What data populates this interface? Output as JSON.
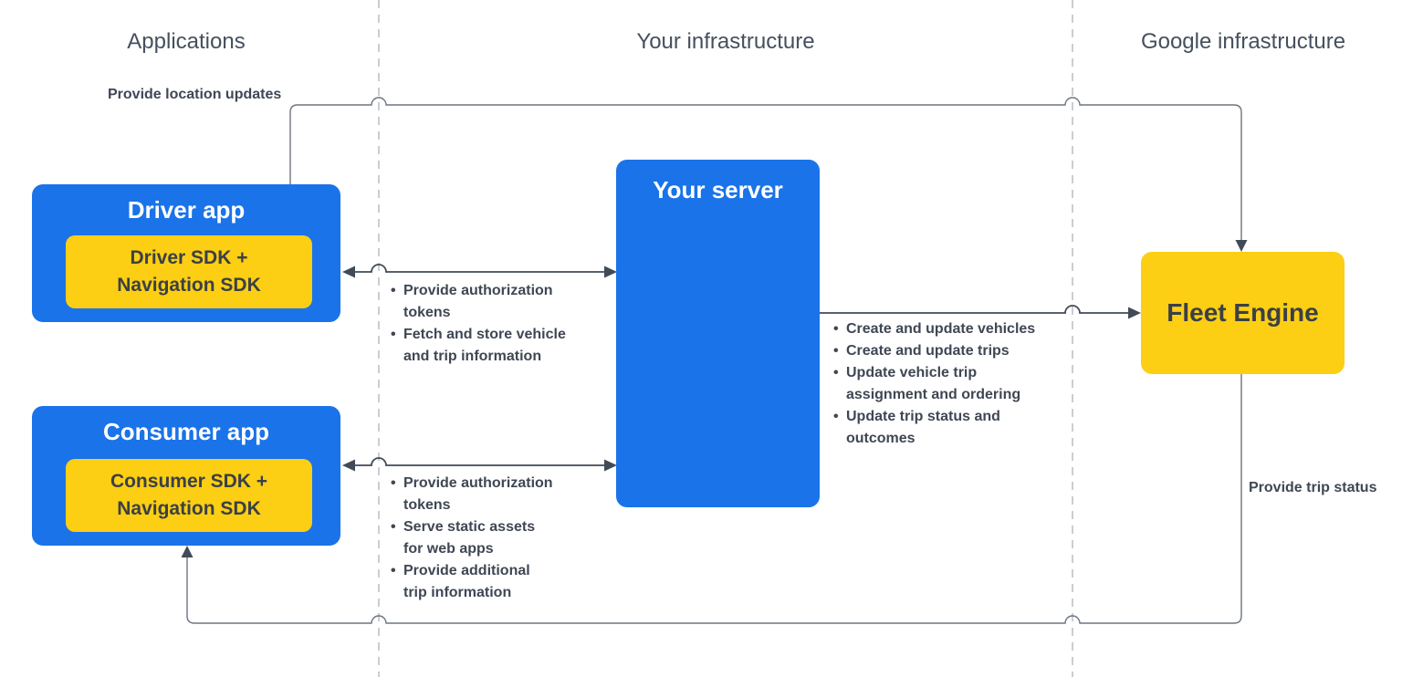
{
  "columns": [
    {
      "label": "Applications"
    },
    {
      "label": "Your infrastructure"
    },
    {
      "label": "Google infrastructure"
    }
  ],
  "nodes": {
    "driver_app": {
      "title": "Driver app",
      "sdk": "Driver SDK +\nNavigation SDK"
    },
    "consumer_app": {
      "title": "Consumer app",
      "sdk": "Consumer SDK +\nNavigation SDK"
    },
    "your_server": {
      "title": "Your server"
    },
    "fleet_engine": {
      "title": "Fleet Engine"
    }
  },
  "edge_labels": {
    "location_updates": "Provide location updates",
    "trip_status": "Provide trip status"
  },
  "bullet_lists": {
    "driver_server": [
      "Provide authorization\ntokens",
      "Fetch and store vehicle\nand trip information"
    ],
    "server_fleet": [
      "Create and update vehicles",
      "Create and update trips",
      "Update vehicle trip\nassignment and ordering",
      "Update trip status and\noutcomes"
    ],
    "consumer_server": [
      "Provide authorization\ntokens",
      "Serve static assets\nfor web apps",
      "Provide additional\ntrip information"
    ]
  },
  "colors": {
    "blue": "#1a73e8",
    "yellow": "#fcce14",
    "line-thin": "#6f767f",
    "line-bold": "#414b58",
    "dashed": "#bcc2c8",
    "text-dark": "#3f4754",
    "header-text": "#45505e",
    "box-text": "#3a4046"
  }
}
